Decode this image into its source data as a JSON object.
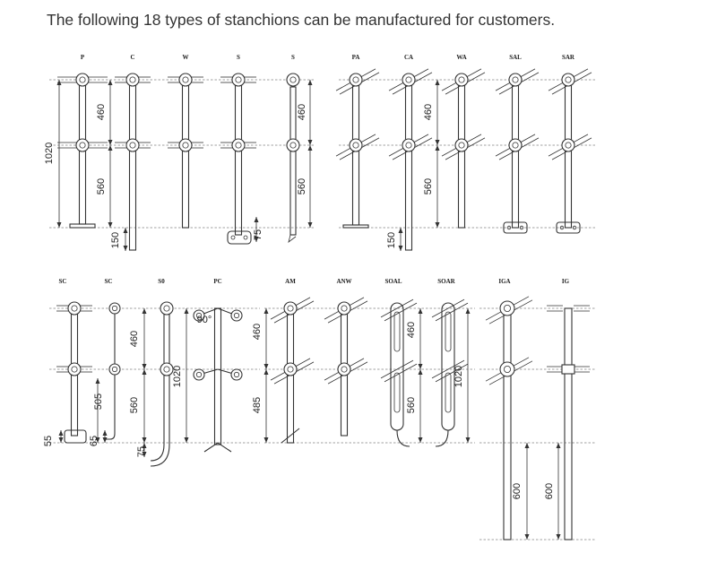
{
  "title": "The following 18 types of stanchions can be manufactured for customers.",
  "types_row1": [
    "P",
    "C",
    "W",
    "S",
    "S",
    "PA",
    "CA",
    "WA",
    "SAL",
    "SAR"
  ],
  "types_row2": [
    "SC",
    "SC",
    "S0",
    "PC",
    "AM",
    "ANW",
    "SOAL",
    "SOAR",
    "IGA",
    "IG"
  ],
  "dimensions": {
    "total_height": "1020",
    "upper_spacing": "460",
    "lower_spacing": "560",
    "base_150": "150",
    "base_75": "75",
    "base_55": "55",
    "base_65": "65",
    "angle": "90°",
    "height_505": "505",
    "height_485": "485",
    "embed_600": "600"
  },
  "colors": {
    "line": "#333333",
    "text": "#333333",
    "background": "#ffffff"
  }
}
